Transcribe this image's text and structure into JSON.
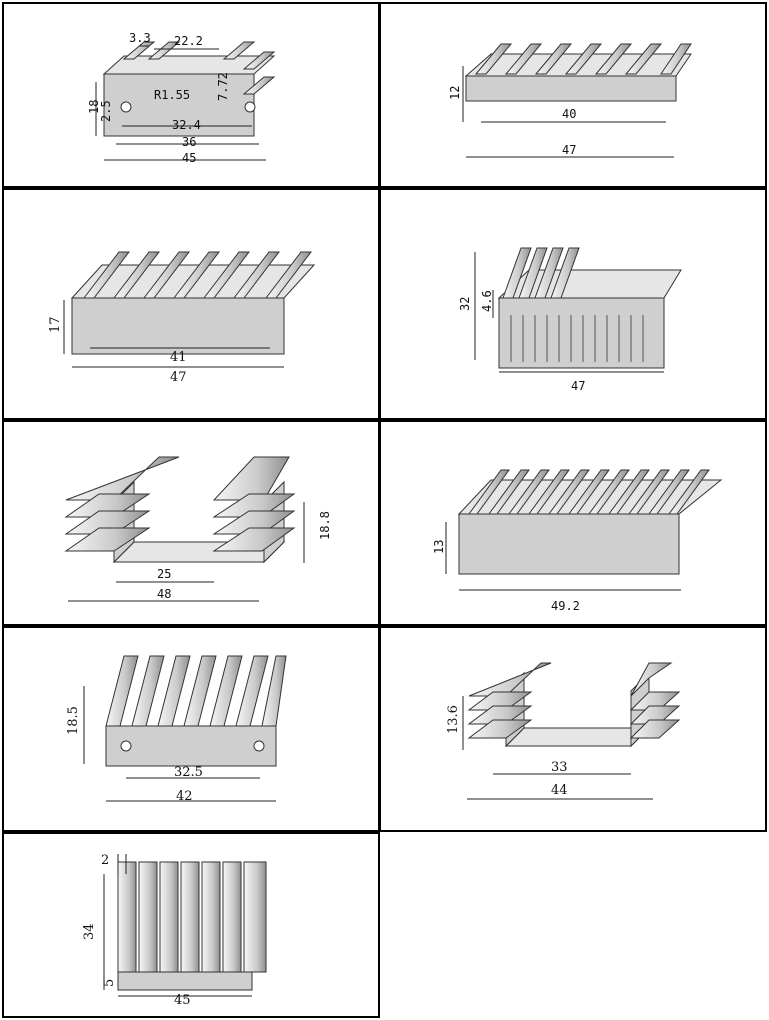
{
  "panels": [
    {
      "id": 1,
      "labels": [
        "3.3",
        "22.2",
        "R1.55",
        "7.72",
        "18",
        "2.5",
        "32.4",
        "36",
        "45"
      ]
    },
    {
      "id": 2,
      "labels": [
        "12",
        "40",
        "47"
      ]
    },
    {
      "id": 3,
      "labels": [
        "17",
        "41",
        "47"
      ]
    },
    {
      "id": 4,
      "labels": [
        "32",
        "4.6",
        "47"
      ]
    },
    {
      "id": 5,
      "labels": [
        "18.8",
        "25",
        "48"
      ]
    },
    {
      "id": 6,
      "labels": [
        "13",
        "49.2"
      ]
    },
    {
      "id": 7,
      "labels": [
        "18.5",
        "32.5",
        "42"
      ]
    },
    {
      "id": 8,
      "labels": [
        "13.6",
        "33",
        "44"
      ]
    },
    {
      "id": 9,
      "labels": [
        "2",
        "34",
        "5",
        "45"
      ]
    }
  ]
}
